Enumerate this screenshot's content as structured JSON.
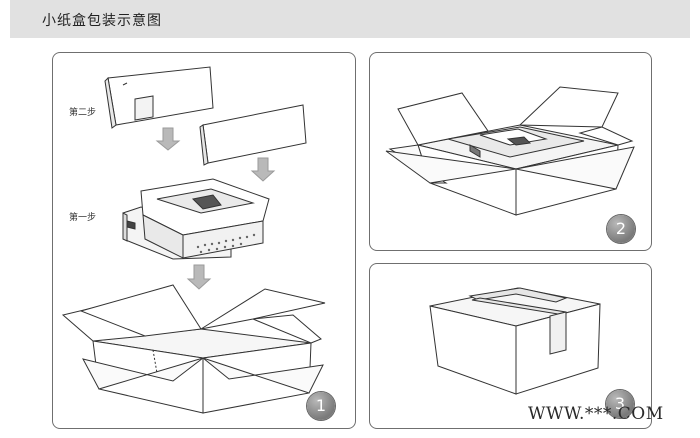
{
  "header": {
    "title": "小纸盒包装示意图"
  },
  "panel1": {
    "step2_label": "第二步",
    "step1_label": "第一步",
    "badge": "1"
  },
  "panel2": {
    "badge": "2"
  },
  "panel3": {
    "badge": "3"
  },
  "watermark": "WWW.***.COM"
}
